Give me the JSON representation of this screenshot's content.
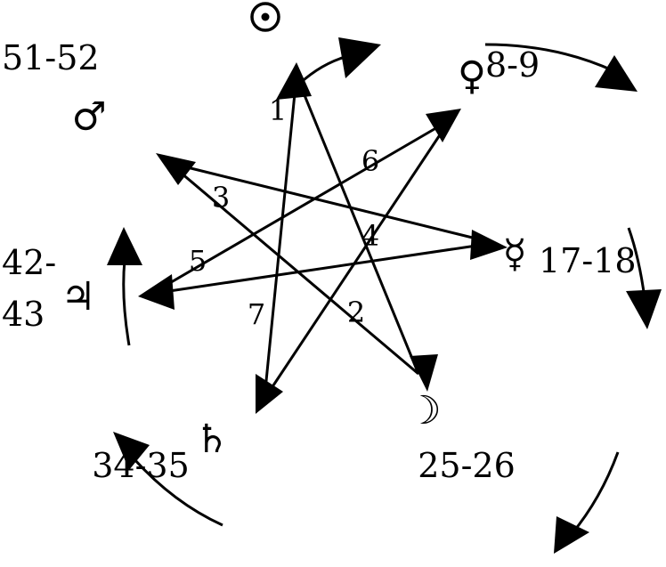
{
  "planets": {
    "sun": {
      "symbol": "☉"
    },
    "venus": {
      "symbol": "♀",
      "days": "8-9"
    },
    "mercury": {
      "symbol": "☿",
      "days": "17-18"
    },
    "moon": {
      "symbol": "☽",
      "days": "25-26"
    },
    "saturn": {
      "symbol": "♄",
      "days": "34-35"
    },
    "jupiter": {
      "symbol": "♃",
      "days_line1": "42-",
      "days_line2": "43"
    },
    "mars": {
      "symbol": "♂",
      "days": "51-52"
    }
  },
  "arrow_numbers": [
    "1",
    "2",
    "3",
    "4",
    "5",
    "6",
    "7"
  ],
  "colors": {
    "ink": "#000000",
    "background": "#ffffff"
  }
}
